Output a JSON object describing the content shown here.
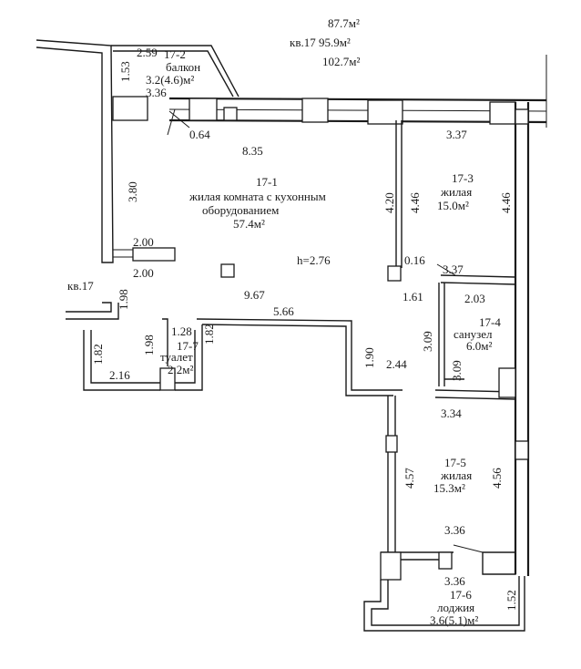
{
  "header": {
    "area_total_1": "87.7м²",
    "apartment_area": "кв.17 95.9м²",
    "area_total_2": "102.7м²"
  },
  "rooms": {
    "r1": {
      "id": "17-1",
      "name_line1": "жилая комната с кухонным",
      "name_line2": "оборудованием",
      "area": "57.4м²"
    },
    "r2": {
      "id": "17-2",
      "name": "балкон",
      "area": "3.2(4.6)м²"
    },
    "r3": {
      "id": "17-3",
      "name": "жилая",
      "area": "15.0м²"
    },
    "r4": {
      "id": "17-4",
      "name": "санузел",
      "area": "6.0м²"
    },
    "r5": {
      "id": "17-5",
      "name": "жилая",
      "area": "15.3м²"
    },
    "r6": {
      "id": "17-6",
      "name": "лоджия",
      "area": "3.6(5.1)м²"
    },
    "r7": {
      "id": "17-7",
      "name": "туалет",
      "area": "2.2м²"
    }
  },
  "apartment_label": "кв.17",
  "ceiling_height": "h=2.76",
  "dimensions": {
    "d_2_59": "2.59",
    "d_1_53": "1.53",
    "d_3_36_balcony": "3.36",
    "d_0_64": "0.64",
    "d_8_35": "8.35",
    "d_3_80": "3.80",
    "d_2_00_a": "2.00",
    "d_2_00_b": "2.00",
    "d_1_98_a": "1.98",
    "d_9_67": "9.67",
    "d_5_66": "5.66",
    "d_1_28": "1.28",
    "d_1_82_a": "1.82",
    "d_1_98_b": "1.98",
    "d_1_82_b": "1.82",
    "d_2_16": "2.16",
    "d_4_20": "4.20",
    "d_4_46_a": "4.46",
    "d_3_37_top": "3.37",
    "d_4_46_b": "4.46",
    "d_0_16": "0.16",
    "d_3_37_mid": "3.37",
    "d_1_61": "1.61",
    "d_2_03": "2.03",
    "d_3_09_a": "3.09",
    "d_3_09_b": "3.09",
    "d_1_90": "1.90",
    "d_2_44": "2.44",
    "d_3_34": "3.34",
    "d_4_57": "4.57",
    "d_4_56": "4.56",
    "d_3_36_b": "3.36",
    "d_3_36_c": "3.36",
    "d_1_52": "1.52"
  }
}
